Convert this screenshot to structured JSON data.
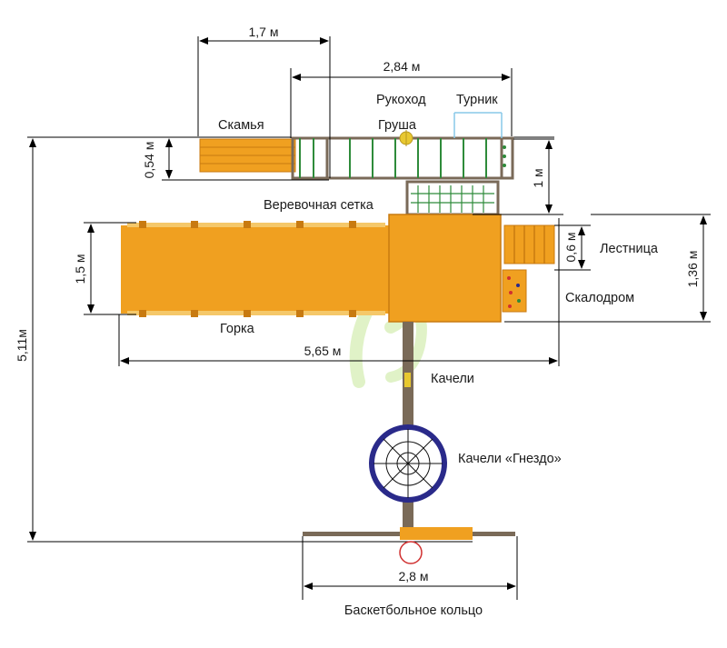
{
  "dimensions": {
    "bench_width": "1,7 м",
    "top_width": "2,84 м",
    "bench_depth": "0,54 м",
    "gap_depth": "1 м",
    "slide_width": "1,5 м",
    "ladder_width": "0,6 м",
    "platform_depth": "1,36 м",
    "total_length": "5,65 м",
    "total_height": "5,11м",
    "hoop_width": "2,8 м"
  },
  "labels": {
    "monkey_bars": "Рукоход",
    "pullup_bar": "Турник",
    "bench": "Скамья",
    "punching_bag": "Груша",
    "rope_net": "Веревочная сетка",
    "ladder": "Лестница",
    "climbing_wall": "Скалодром",
    "slide": "Горка",
    "swings": "Качели",
    "nest_swing": "Качели «Гнездо»",
    "basketball_hoop": "Баскетбольное кольцо"
  },
  "colors": {
    "wood": "#f0a020",
    "wood_dark": "#c87a10",
    "frame": "#7a6a58",
    "green": "#2e8b3a",
    "navy": "#2a2a8a",
    "hoop_red": "#d03030",
    "watermark": "#c8e89a"
  }
}
